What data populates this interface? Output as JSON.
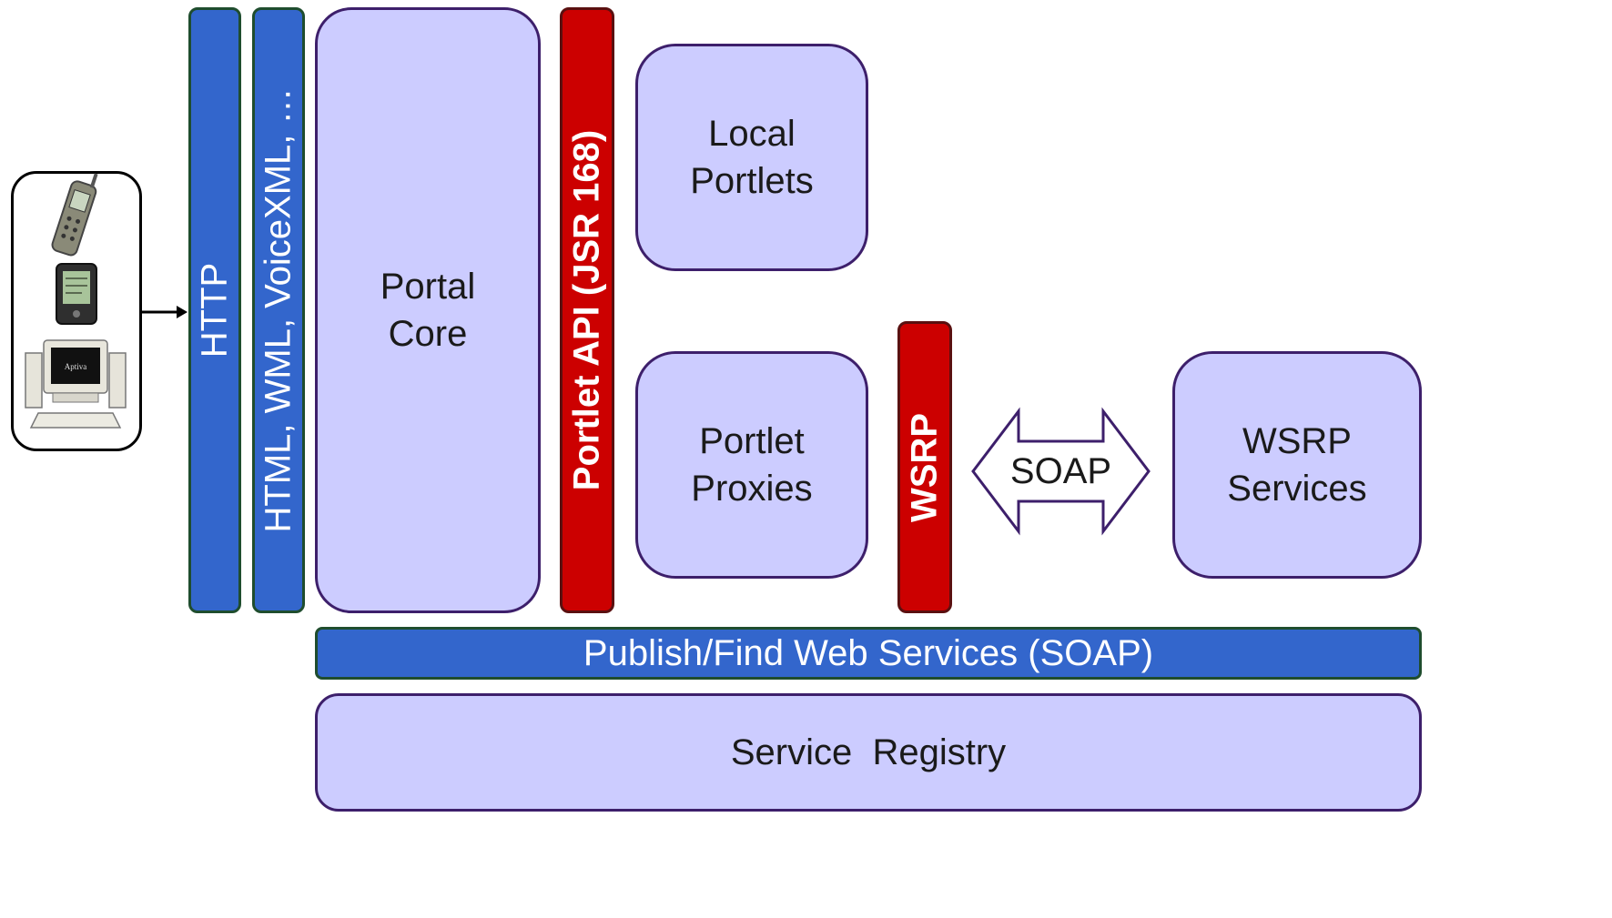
{
  "http": "HTTP",
  "markup": "HTML, WML, VoiceXML, …",
  "portal_core": "Portal\nCore",
  "portlet_api": "Portlet API (JSR 168)",
  "local_portlets": "Local\nPortlets",
  "portlet_proxies": "Portlet\nProxies",
  "wsrp": "WSRP",
  "soap": "SOAP",
  "wsrp_services": "WSRP\nServices",
  "publish_find": "Publish/Find Web Services (SOAP)",
  "service_registry": "Service  Registry",
  "devices": [
    "mobile-phone",
    "pda",
    "desktop-computer"
  ],
  "colors": {
    "box": "#ccccff",
    "bar": "#3366cc",
    "api": "#cc0000"
  }
}
